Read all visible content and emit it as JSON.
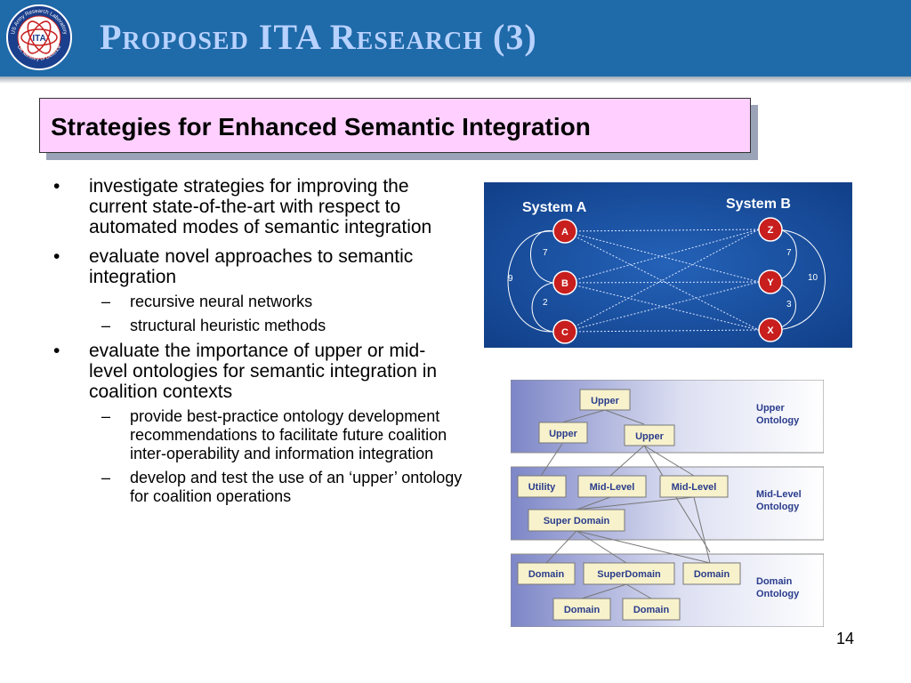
{
  "header": {
    "title": "Proposed ITA Research (3)",
    "logo": {
      "icon": "ita-emblem-icon",
      "text_top": "US Army Research Laboratory",
      "text_bottom": "UK Ministry of Defence",
      "text_center": "ITA"
    },
    "colors": {
      "background": "#1f6aa8",
      "title": "#b8d2ff"
    }
  },
  "subtitle": {
    "text": "Strategies for Enhanced Semantic Integration",
    "colors": {
      "background": "#ffd0ff"
    }
  },
  "bullets": [
    {
      "level": 1,
      "marker": "•",
      "text": "investigate strategies for improving the current state-of-the-art with respect to automated modes of semantic integration"
    },
    {
      "level": 1,
      "marker": "•",
      "text": "evaluate novel approaches to semantic integration"
    },
    {
      "level": 2,
      "marker": "–",
      "text": "recursive neural networks"
    },
    {
      "level": 2,
      "marker": "–",
      "text": "structural heuristic methods"
    },
    {
      "level": 1,
      "marker": "•",
      "text": "evaluate the importance of upper or mid-level ontologies for semantic integration in coalition contexts"
    },
    {
      "level": 2,
      "marker": "–",
      "text": "provide best-practice ontology development recommendations to facilitate future coalition inter-operability and information integration"
    },
    {
      "level": 2,
      "marker": "–",
      "text": "develop and test the use of an ‘upper’ ontology for coalition operations"
    }
  ],
  "system_diagram": {
    "system_a": {
      "title": "System A",
      "nodes": [
        "A",
        "B",
        "C"
      ],
      "weights": [
        "7",
        "2",
        "9"
      ]
    },
    "system_b": {
      "title": "System B",
      "nodes": [
        "Z",
        "Y",
        "X"
      ],
      "weights": [
        "7",
        "3",
        "10"
      ]
    },
    "colors": {
      "background": "#1650a0",
      "node": "#c81e1e"
    }
  },
  "ontology_diagram": {
    "layers": [
      {
        "label_line1": "Upper",
        "label_line2": "Ontology",
        "boxes": [
          "Upper",
          "Upper",
          "Upper"
        ]
      },
      {
        "label_line1": "Mid-Level",
        "label_line2": "Ontology",
        "boxes": [
          "Utility",
          "Mid-Level",
          "Mid-Level",
          "Super Domain"
        ]
      },
      {
        "label_line1": "Domain",
        "label_line2": "Ontology",
        "boxes": [
          "Domain",
          "SuperDomain",
          "Domain",
          "Domain",
          "Domain"
        ]
      }
    ],
    "colors": {
      "box_fill": "#f7f2cc",
      "label": "#2a3c8c",
      "gradient_left": "#7d86c7"
    }
  },
  "page_number": "14"
}
